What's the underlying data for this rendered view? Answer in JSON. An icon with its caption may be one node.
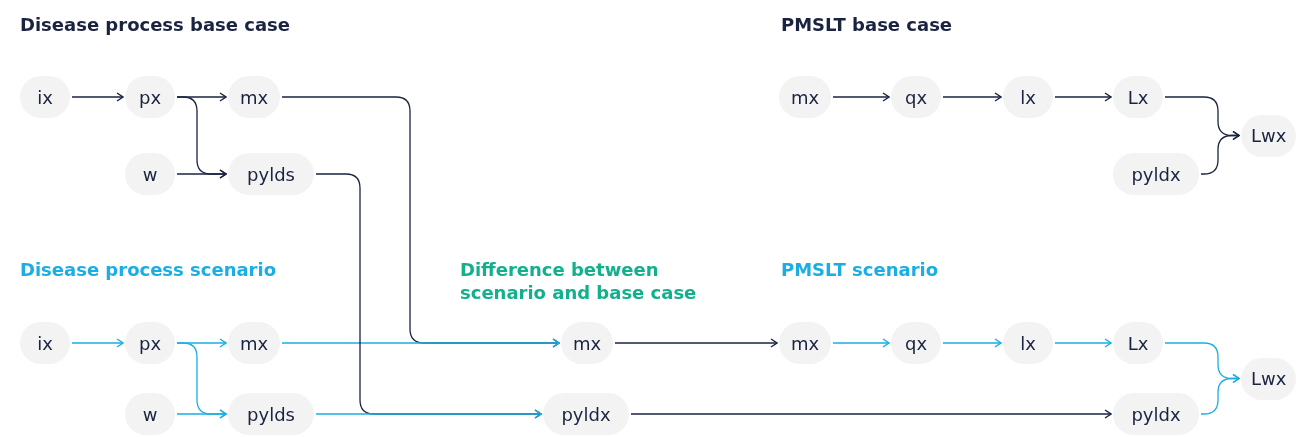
{
  "diagram": {
    "nodes": [
      {
        "text": [
          "ix"
        ]
      },
      {
        "text": [
          "px"
        ]
      },
      {
        "text": [
          "mx"
        ]
      },
      {
        "text": [
          "w"
        ]
      },
      {
        "text": [
          "pylds"
        ]
      },
      {
        "text": [
          "mx"
        ]
      },
      {
        "text": [
          "qx"
        ]
      },
      {
        "text": [
          "lx"
        ]
      },
      {
        "text": [
          "Lx"
        ]
      },
      {
        "text": [
          "pyldx"
        ]
      },
      {
        "text": [
          "Lwx"
        ]
      },
      {
        "text": [
          "ix"
        ]
      },
      {
        "text": [
          "px"
        ]
      },
      {
        "text": [
          "mx"
        ]
      },
      {
        "text": [
          "w"
        ]
      },
      {
        "text": [
          "pylds"
        ]
      },
      {
        "text": [
          "mx"
        ]
      },
      {
        "text": [
          "pyldx"
        ]
      },
      {
        "text": [
          "mx"
        ]
      },
      {
        "text": [
          "qx"
        ]
      },
      {
        "text": [
          "lx"
        ]
      },
      {
        "text": [
          "Lx"
        ]
      },
      {
        "text": [
          "pyldx"
        ]
      },
      {
        "text": [
          "Lwx"
        ]
      }
    ],
    "edges": [
      {
        "from": 0,
        "to": 1,
        "arrow": "to"
      },
      {
        "from": 1,
        "to": 2,
        "arrow": "to"
      },
      {
        "from": 1,
        "to": 4,
        "arrow": "to"
      },
      {
        "from": 3,
        "to": 4,
        "arrow": "to"
      },
      {
        "from": 2,
        "to": 16,
        "arrow": "to"
      },
      {
        "from": 13,
        "to": 16,
        "arrow": "to",
        "color": "#1aaee5"
      },
      {
        "from": 4,
        "to": 17,
        "arrow": "to"
      },
      {
        "from": 15,
        "to": 17,
        "arrow": "to",
        "color": "#1aaee5"
      },
      {
        "from": 5,
        "to": 6,
        "arrow": "to"
      },
      {
        "from": 6,
        "to": 7,
        "arrow": "to"
      },
      {
        "from": 7,
        "to": 8,
        "arrow": "to"
      },
      {
        "from": 8,
        "to": 10,
        "arrow": "to"
      },
      {
        "from": 9,
        "to": 10,
        "arrow": "to"
      },
      {
        "from": 11,
        "to": 12,
        "arrow": "to",
        "color": "#1aaee5"
      },
      {
        "from": 12,
        "to": 13,
        "arrow": "to",
        "color": "#1aaee5"
      },
      {
        "from": 12,
        "to": 15,
        "arrow": "to",
        "color": "#1aaee5"
      },
      {
        "from": 14,
        "to": 15,
        "arrow": "to",
        "color": "#1aaee5"
      },
      {
        "from": 16,
        "to": 18,
        "arrow": "to"
      },
      {
        "from": 18,
        "to": 19,
        "arrow": "to",
        "color": "#1aaee5"
      },
      {
        "from": 19,
        "to": 20,
        "arrow": "to",
        "color": "#1aaee5"
      },
      {
        "from": 20,
        "to": 21,
        "arrow": "to",
        "color": "#1aaee5"
      },
      {
        "from": 21,
        "to": 23,
        "arrow": "to",
        "color": "#1aaee5"
      },
      {
        "from": 22,
        "to": 23,
        "arrow": "to",
        "color": "#1aaee5"
      },
      {
        "from": 17,
        "to": 22,
        "arrow": "to"
      }
    ],
    "labels": [
      "Disease process base case",
      "PMSLT base case",
      "Disease process scenario",
      "Difference between scenario and base case",
      "PMSLT scenario"
    ]
  }
}
